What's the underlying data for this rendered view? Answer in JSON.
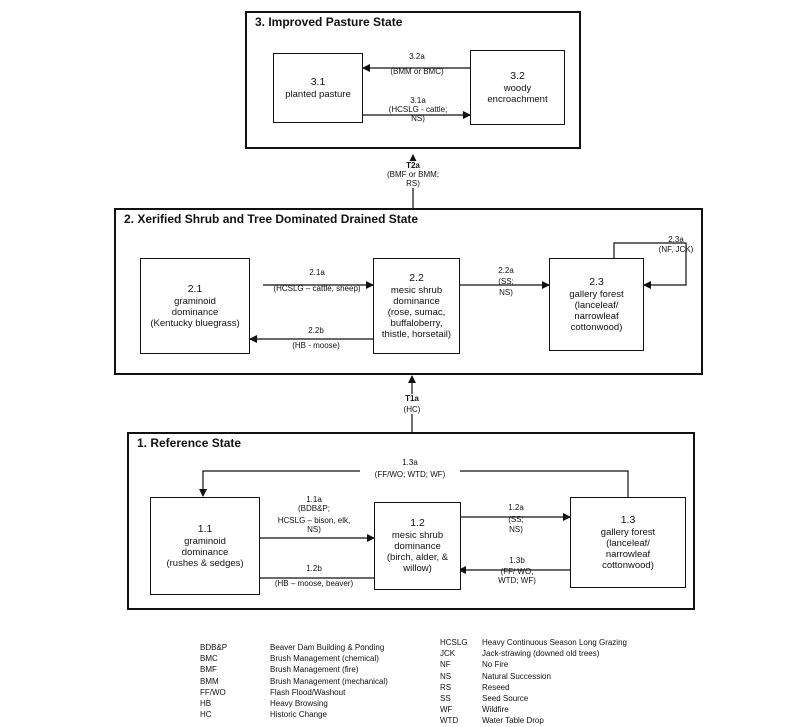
{
  "states": {
    "s3": {
      "title": "3. Improved Pasture State",
      "p31": {
        "num": "3.1",
        "text": "planted pasture"
      },
      "p32": {
        "num": "3.2",
        "text": "woody encroachment"
      },
      "t32a": {
        "code": "3.2a",
        "desc": "(BMM or BMC)"
      },
      "t31a": {
        "code": "3.1a",
        "desc1": "(HCSLG - cattle;",
        "desc2": "NS)"
      }
    },
    "t2a": {
      "code": "T2a",
      "desc1": "(BMF or BMM;",
      "desc2": "RS)"
    },
    "s2": {
      "title": "2. Xerified Shrub and Tree Dominated Drained State",
      "p21": {
        "num": "2.1",
        "l1": "graminoid",
        "l2": "dominance",
        "l3": "(Kentucky bluegrass)"
      },
      "p22": {
        "num": "2.2",
        "l1": "mesic shrub",
        "l2": "dominance",
        "l3": "(rose, sumac,",
        "l4": "buffaloberry,",
        "l5": "thistle, horsetail)"
      },
      "p23": {
        "num": "2.3",
        "l1": "gallery forest",
        "l2": "(lanceleaf/",
        "l3": "narrowleaf",
        "l4": "cottonwood)"
      },
      "t21a": {
        "code": "2.1a",
        "desc": "(HCSLG – cattle, sheep)"
      },
      "t22b": {
        "code": "2.2b",
        "desc": "(HB - moose)"
      },
      "t22a": {
        "code": "2.2a",
        "desc1": "(SS;",
        "desc2": "NS)"
      },
      "t23a": {
        "code": "2.3a",
        "desc": "(NF, JCK)"
      }
    },
    "t1a": {
      "code": "T1a",
      "desc": "(HC)"
    },
    "s1": {
      "title": "1. Reference State",
      "p11": {
        "num": "1.1",
        "l1": "graminoid",
        "l2": "dominance",
        "l3": "(rushes & sedges)"
      },
      "p12": {
        "num": "1.2",
        "l1": "mesic shrub",
        "l2": "dominance",
        "l3": "(birch, alder, &",
        "l4": "willow)"
      },
      "p13": {
        "num": "1.3",
        "l1": "gallery forest",
        "l2": "(lanceleaf/",
        "l3": "narrowleaf",
        "l4": "cottonwood)"
      },
      "t13a": {
        "code": "1.3a",
        "desc": "(FF/WO; WTD; WF)"
      },
      "t11a": {
        "code": "1.1a",
        "desc1": "(BDB&P;",
        "desc2": "HCSLG – bison, elk,",
        "desc3": "NS)"
      },
      "t12a": {
        "code": "1.2a",
        "desc1": "(SS;",
        "desc2": "NS)"
      },
      "t12b": {
        "code": "1.2b",
        "desc": "(HB – moose, beaver)"
      },
      "t13b": {
        "code": "1.3b",
        "desc1": "(FF/ WO;",
        "desc2": "WTD; WF)"
      }
    }
  },
  "legend": {
    "left": [
      {
        "code": "BDB&P",
        "meaning": "Beaver Dam Building & Ponding"
      },
      {
        "code": "BMC",
        "meaning": "Brush Management (chemical)"
      },
      {
        "code": "BMF",
        "meaning": "Brush Management (fire)"
      },
      {
        "code": "BMM",
        "meaning": "Brush Management (mechanical)"
      },
      {
        "code": "FF/WO",
        "meaning": "Flash Flood/Washout"
      },
      {
        "code": "HB",
        "meaning": "Heavy Browsing"
      },
      {
        "code": "HC",
        "meaning": "Historic Change"
      }
    ],
    "right": [
      {
        "code": "HCSLG",
        "meaning": "Heavy Continuous Season Long Grazing"
      },
      {
        "code": "JCK",
        "meaning": "Jack-strawing (downed old trees)"
      },
      {
        "code": "NF",
        "meaning": "No Fire"
      },
      {
        "code": "NS",
        "meaning": "Natural Succession"
      },
      {
        "code": "RS",
        "meaning": "Reseed"
      },
      {
        "code": "SS",
        "meaning": "Seed Source"
      },
      {
        "code": "WF",
        "meaning": "Wildfire"
      },
      {
        "code": "WTD",
        "meaning": "Water Table Drop"
      }
    ]
  }
}
